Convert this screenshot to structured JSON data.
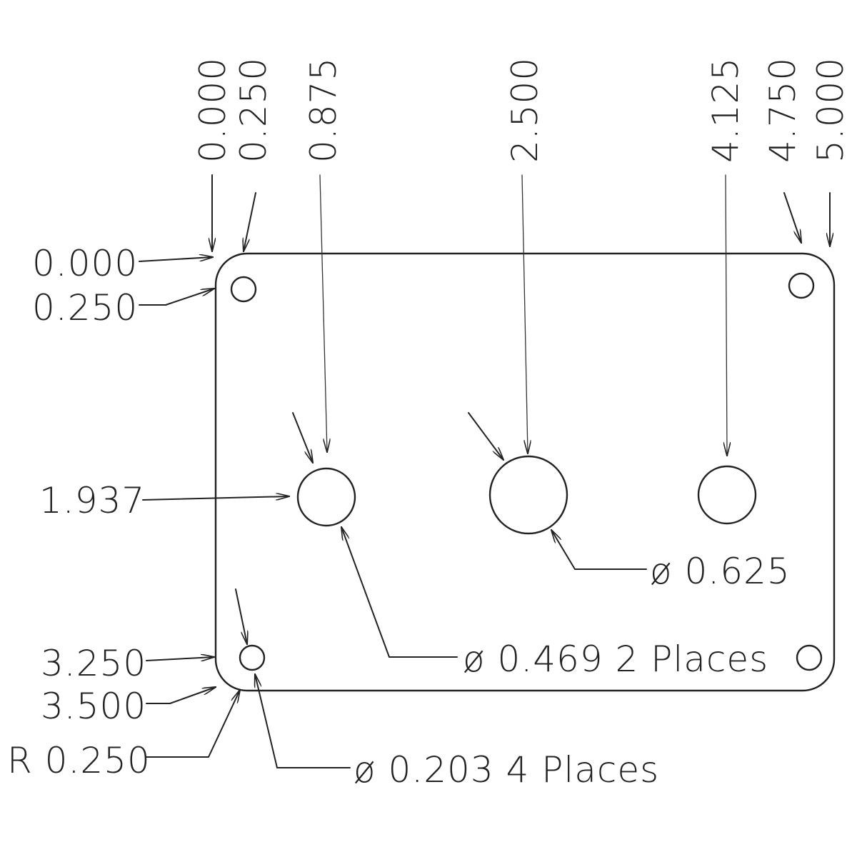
{
  "drawing": {
    "top_dimensions": {
      "x_0_000": "0.000",
      "x_0_250": "0.250",
      "x_0_875": "0.875",
      "x_2_500": "2.500",
      "x_4_125": "4.125",
      "x_4_750": "4.750",
      "x_5_000": "5.000"
    },
    "left_dimensions": {
      "y_0_000": "0.000",
      "y_0_250": "0.250",
      "y_1_937": "1.937",
      "y_3_250": "3.250",
      "y_3_500": "3.500",
      "corner_radius": "R 0.250"
    },
    "callouts": {
      "large_hole": "ø 0.625",
      "medium_holes": "ø 0.469 2 Places",
      "small_holes": "ø 0.203 4 Places"
    },
    "colors": {
      "ink": "#222222",
      "background": "#ffffff"
    }
  }
}
